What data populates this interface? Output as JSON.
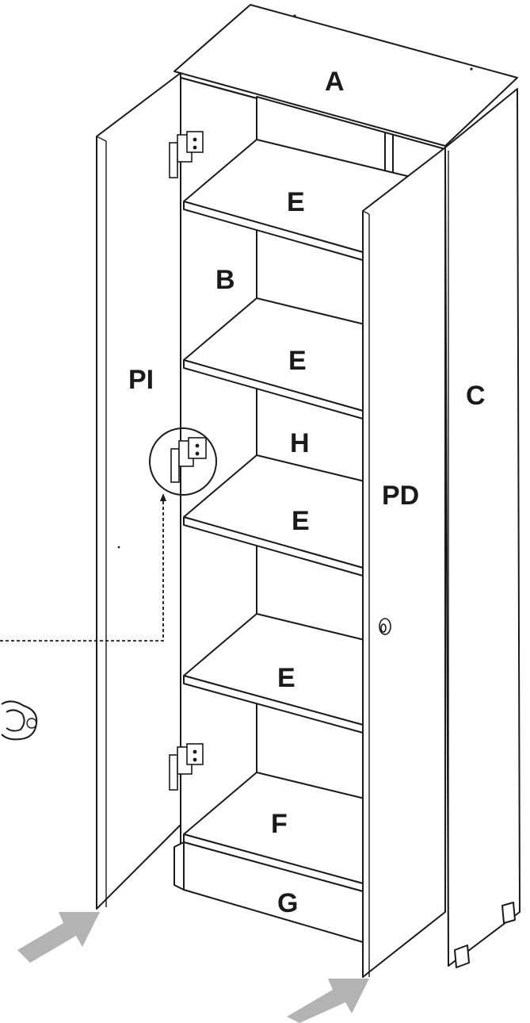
{
  "labels": {
    "top": "A",
    "back": "B",
    "side": "C",
    "shelf_1": "E",
    "shelf_2": "E",
    "shelf_3": "E",
    "shelf_4": "E",
    "bottom": "F",
    "plinth": "G",
    "hinge": "H",
    "left_door": "PI",
    "right_door": "PD"
  },
  "colors": {
    "line": "#1a1a1a",
    "arrow": "#b3b3b3",
    "background": "#ffffff"
  },
  "icons": {
    "hinge": "hinge-icon",
    "knob": "door-knob-icon",
    "arrow": "push-arrow-icon",
    "detail": "magnify-circle-icon"
  }
}
